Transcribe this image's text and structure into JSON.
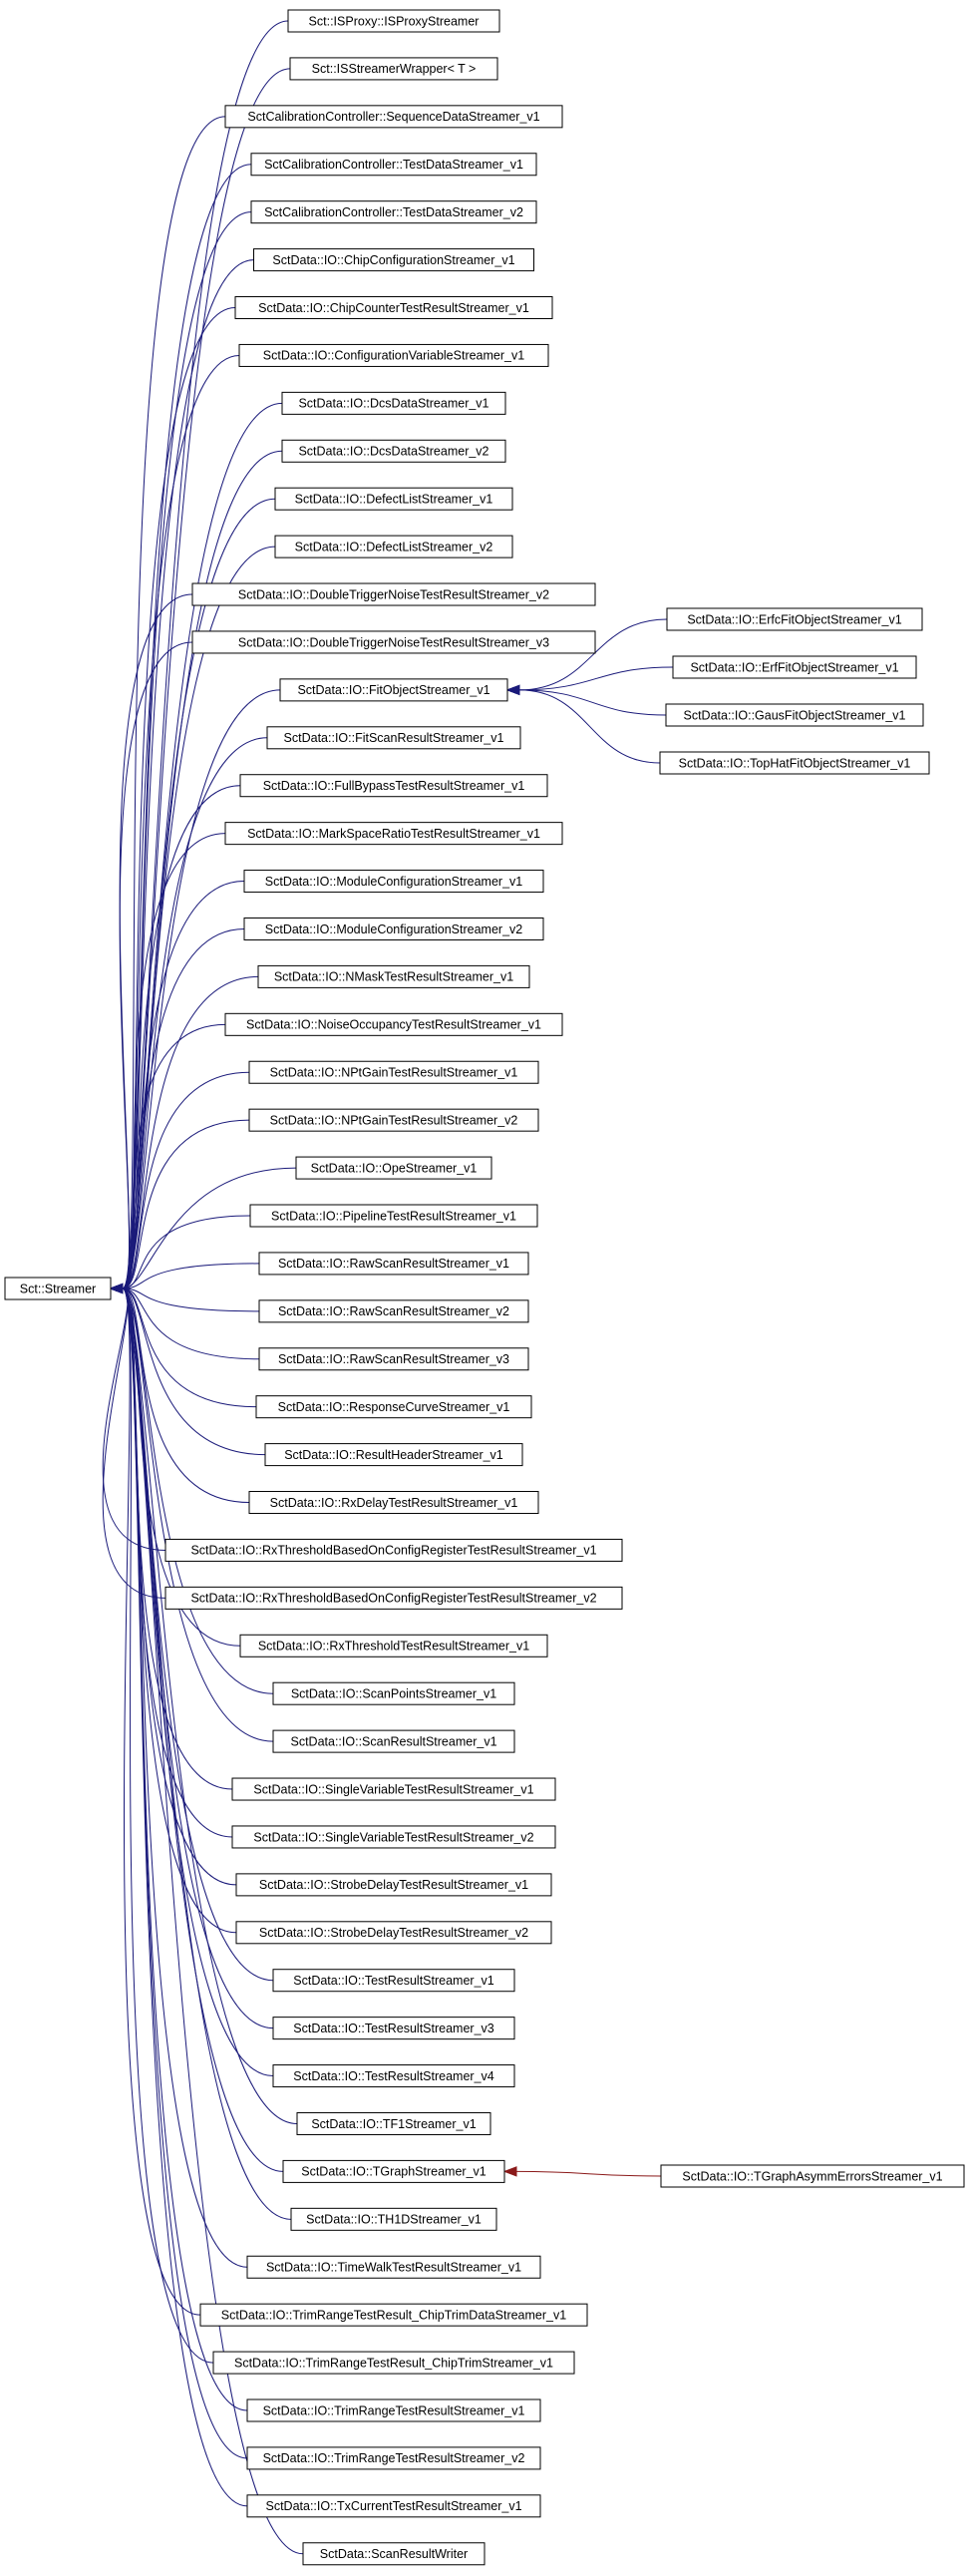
{
  "diagram": {
    "type": "class-inheritance-graph",
    "colors": {
      "edge_primary": "#1a1a7a",
      "edge_secondary": "#8b1a1a",
      "box_border": "#000000",
      "background": "#ffffff"
    },
    "nodes": [
      {
        "id": "n0",
        "label": "Sct::ISProxy::ISProxyStreamer"
      },
      {
        "id": "n1",
        "label": "Sct::ISStreamerWrapper< T >"
      },
      {
        "id": "n2",
        "label": "SctCalibrationController::SequenceDataStreamer_v1"
      },
      {
        "id": "n3",
        "label": "SctCalibrationController::TestDataStreamer_v1"
      },
      {
        "id": "n4",
        "label": "SctCalibrationController::TestDataStreamer_v2"
      },
      {
        "id": "n5",
        "label": "SctData::IO::ChipConfigurationStreamer_v1"
      },
      {
        "id": "n6",
        "label": "SctData::IO::ChipCounterTestResultStreamer_v1"
      },
      {
        "id": "n7",
        "label": "SctData::IO::ConfigurationVariableStreamer_v1"
      },
      {
        "id": "n8",
        "label": "SctData::IO::DcsDataStreamer_v1"
      },
      {
        "id": "n9",
        "label": "SctData::IO::DcsDataStreamer_v2"
      },
      {
        "id": "n10",
        "label": "SctData::IO::DefectListStreamer_v1"
      },
      {
        "id": "n11",
        "label": "SctData::IO::DefectListStreamer_v2"
      },
      {
        "id": "n12",
        "label": "SctData::IO::DoubleTriggerNoiseTestResultStreamer_v2"
      },
      {
        "id": "n13",
        "label": "SctData::IO::DoubleTriggerNoiseTestResultStreamer_v3"
      },
      {
        "id": "n14",
        "label": "SctData::IO::FitObjectStreamer_v1"
      },
      {
        "id": "n15",
        "label": "SctData::IO::FitScanResultStreamer_v1"
      },
      {
        "id": "n16",
        "label": "SctData::IO::FullBypassTestResultStreamer_v1"
      },
      {
        "id": "n17",
        "label": "SctData::IO::MarkSpaceRatioTestResultStreamer_v1"
      },
      {
        "id": "n18",
        "label": "SctData::IO::ModuleConfigurationStreamer_v1"
      },
      {
        "id": "n19",
        "label": "SctData::IO::ModuleConfigurationStreamer_v2"
      },
      {
        "id": "n20",
        "label": "SctData::IO::NMaskTestResultStreamer_v1"
      },
      {
        "id": "n21",
        "label": "SctData::IO::NoiseOccupancyTestResultStreamer_v1"
      },
      {
        "id": "n22",
        "label": "SctData::IO::NPtGainTestResultStreamer_v1"
      },
      {
        "id": "n23",
        "label": "SctData::IO::NPtGainTestResultStreamer_v2"
      },
      {
        "id": "n24",
        "label": "SctData::IO::OpeStreamer_v1"
      },
      {
        "id": "n25",
        "label": "SctData::IO::PipelineTestResultStreamer_v1"
      },
      {
        "id": "n26",
        "label": "SctData::IO::RawScanResultStreamer_v1"
      },
      {
        "id": "n27",
        "label": "SctData::IO::RawScanResultStreamer_v2"
      },
      {
        "id": "n28",
        "label": "SctData::IO::RawScanResultStreamer_v3"
      },
      {
        "id": "n29",
        "label": "SctData::IO::ResponseCurveStreamer_v1"
      },
      {
        "id": "n30",
        "label": "SctData::IO::ResultHeaderStreamer_v1"
      },
      {
        "id": "n31",
        "label": "SctData::IO::RxDelayTestResultStreamer_v1"
      },
      {
        "id": "n32",
        "label": "SctData::IO::RxThresholdBasedOnConfigRegisterTestResultStreamer_v1"
      },
      {
        "id": "n33",
        "label": "SctData::IO::RxThresholdBasedOnConfigRegisterTestResultStreamer_v2"
      },
      {
        "id": "n34",
        "label": "SctData::IO::RxThresholdTestResultStreamer_v1"
      },
      {
        "id": "n35",
        "label": "SctData::IO::ScanPointsStreamer_v1"
      },
      {
        "id": "n36",
        "label": "SctData::IO::ScanResultStreamer_v1"
      },
      {
        "id": "n37",
        "label": "SctData::IO::SingleVariableTestResultStreamer_v1"
      },
      {
        "id": "n38",
        "label": "SctData::IO::SingleVariableTestResultStreamer_v2"
      },
      {
        "id": "n39",
        "label": "SctData::IO::StrobeDelayTestResultStreamer_v1"
      },
      {
        "id": "n40",
        "label": "SctData::IO::StrobeDelayTestResultStreamer_v2"
      },
      {
        "id": "n41",
        "label": "SctData::IO::TestResultStreamer_v1"
      },
      {
        "id": "n42",
        "label": "SctData::IO::TestResultStreamer_v3"
      },
      {
        "id": "n43",
        "label": "SctData::IO::TestResultStreamer_v4"
      },
      {
        "id": "n44",
        "label": "SctData::IO::TF1Streamer_v1"
      },
      {
        "id": "n45",
        "label": "SctData::IO::TGraphStreamer_v1"
      },
      {
        "id": "n46",
        "label": "SctData::IO::TH1DStreamer_v1"
      },
      {
        "id": "n47",
        "label": "SctData::IO::TimeWalkTestResultStreamer_v1"
      },
      {
        "id": "n48",
        "label": "SctData::IO::TrimRangeTestResult_ChipTrimDataStreamer_v1"
      },
      {
        "id": "n49",
        "label": "SctData::IO::TrimRangeTestResult_ChipTrimStreamer_v1"
      },
      {
        "id": "n50",
        "label": "SctData::IO::TrimRangeTestResultStreamer_v1"
      },
      {
        "id": "n51",
        "label": "SctData::IO::TrimRangeTestResultStreamer_v2"
      },
      {
        "id": "n52",
        "label": "SctData::IO::TxCurrentTestResultStreamer_v1"
      },
      {
        "id": "n53",
        "label": "SctData::ScanResultWriter"
      },
      {
        "id": "root",
        "label": "Sct::Streamer"
      },
      {
        "id": "f1",
        "label": "SctData::IO::ErfcFitObjectStreamer_v1"
      },
      {
        "id": "f2",
        "label": "SctData::IO::ErfFitObjectStreamer_v1"
      },
      {
        "id": "f3",
        "label": "SctData::IO::GausFitObjectStreamer_v1"
      },
      {
        "id": "f4",
        "label": "SctData::IO::TopHatFitObjectStreamer_v1"
      },
      {
        "id": "g1",
        "label": "SctData::IO::TGraphAsymmErrorsStreamer_v1"
      }
    ],
    "edges": [
      {
        "from": "n0",
        "to": "root"
      },
      {
        "from": "n1",
        "to": "root"
      },
      {
        "from": "n2",
        "to": "root"
      },
      {
        "from": "n3",
        "to": "root"
      },
      {
        "from": "n4",
        "to": "root"
      },
      {
        "from": "n5",
        "to": "root"
      },
      {
        "from": "n6",
        "to": "root"
      },
      {
        "from": "n7",
        "to": "root"
      },
      {
        "from": "n8",
        "to": "root"
      },
      {
        "from": "n9",
        "to": "root"
      },
      {
        "from": "n10",
        "to": "root"
      },
      {
        "from": "n11",
        "to": "root"
      },
      {
        "from": "n12",
        "to": "root"
      },
      {
        "from": "n13",
        "to": "root"
      },
      {
        "from": "n14",
        "to": "root"
      },
      {
        "from": "n15",
        "to": "root"
      },
      {
        "from": "n16",
        "to": "root"
      },
      {
        "from": "n17",
        "to": "root"
      },
      {
        "from": "n18",
        "to": "root"
      },
      {
        "from": "n19",
        "to": "root"
      },
      {
        "from": "n20",
        "to": "root"
      },
      {
        "from": "n21",
        "to": "root"
      },
      {
        "from": "n22",
        "to": "root"
      },
      {
        "from": "n23",
        "to": "root"
      },
      {
        "from": "n24",
        "to": "root"
      },
      {
        "from": "n25",
        "to": "root"
      },
      {
        "from": "n26",
        "to": "root"
      },
      {
        "from": "n27",
        "to": "root"
      },
      {
        "from": "n28",
        "to": "root"
      },
      {
        "from": "n29",
        "to": "root"
      },
      {
        "from": "n30",
        "to": "root"
      },
      {
        "from": "n31",
        "to": "root"
      },
      {
        "from": "n32",
        "to": "root"
      },
      {
        "from": "n33",
        "to": "root"
      },
      {
        "from": "n34",
        "to": "root"
      },
      {
        "from": "n35",
        "to": "root"
      },
      {
        "from": "n36",
        "to": "root"
      },
      {
        "from": "n37",
        "to": "root"
      },
      {
        "from": "n38",
        "to": "root"
      },
      {
        "from": "n39",
        "to": "root"
      },
      {
        "from": "n40",
        "to": "root"
      },
      {
        "from": "n41",
        "to": "root"
      },
      {
        "from": "n42",
        "to": "root"
      },
      {
        "from": "n43",
        "to": "root"
      },
      {
        "from": "n44",
        "to": "root"
      },
      {
        "from": "n45",
        "to": "root"
      },
      {
        "from": "n46",
        "to": "root"
      },
      {
        "from": "n47",
        "to": "root"
      },
      {
        "from": "n48",
        "to": "root"
      },
      {
        "from": "n49",
        "to": "root"
      },
      {
        "from": "n50",
        "to": "root"
      },
      {
        "from": "n51",
        "to": "root"
      },
      {
        "from": "n52",
        "to": "root"
      },
      {
        "from": "n53",
        "to": "root"
      },
      {
        "from": "f1",
        "to": "n14"
      },
      {
        "from": "f2",
        "to": "n14"
      },
      {
        "from": "f3",
        "to": "n14"
      },
      {
        "from": "f4",
        "to": "n14"
      },
      {
        "from": "g1",
        "to": "n45",
        "color": "edge_secondary"
      }
    ]
  }
}
